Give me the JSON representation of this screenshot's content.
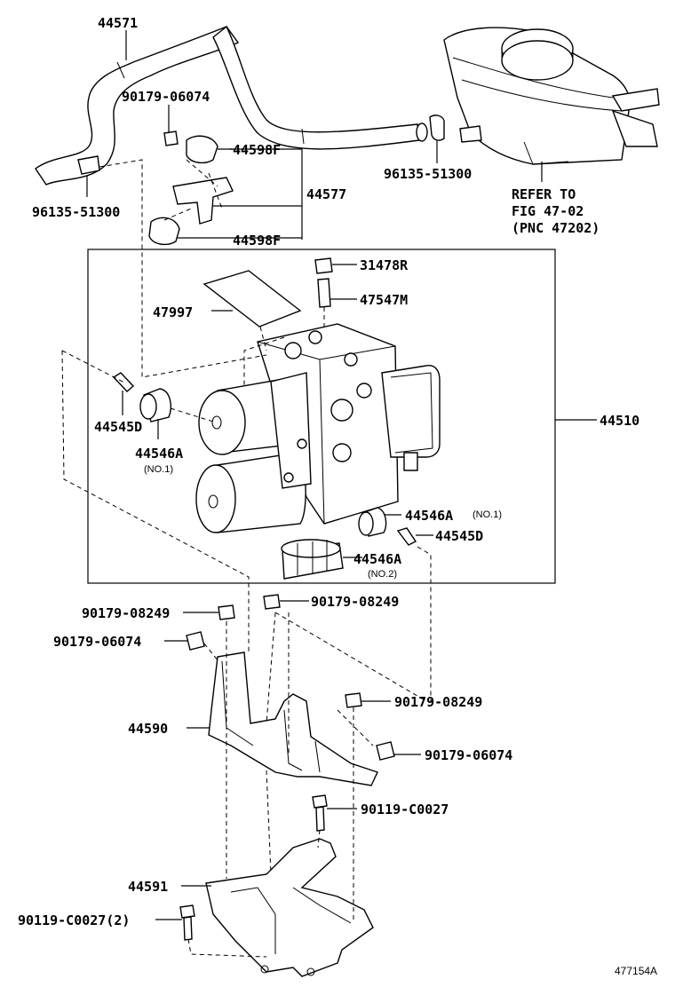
{
  "labels": {
    "hose": "44571",
    "clip_bolt_top": "90179-06074",
    "clip_upper": "44598F",
    "bracket_clip": "44577",
    "clip_lower": "44598F",
    "hose_clamp_left": "96135-51300",
    "hose_clamp_right": "96135-51300",
    "refer_line1": "REFER TO",
    "refer_line2": "FIG 47-02",
    "refer_line3": "(PNC 47202)",
    "bleeder_cap": "31478R",
    "bleeder_plug": "47547M",
    "label_plate": "47997",
    "actuator_assy": "44510",
    "collar_left": "44545D",
    "cushion_left": "44546A",
    "cushion_left_note": "(NO.1)",
    "cushion_right": "44546A",
    "cushion_right_note": "(NO.1)",
    "collar_right": "44545D",
    "cushion_bottom": "44546A",
    "cushion_bottom_note": "(NO.2)",
    "nut_a": "90179-08249",
    "nut_b": "90179-08249",
    "nut_c": "90179-06074",
    "nut_d": "90179-08249",
    "bracket_upper": "44590",
    "nut_e": "90179-06074",
    "bolt_a": "90119-C0027",
    "bracket_lower": "44591",
    "bolt_b": "90119-C0027(2)",
    "figure_id": "477154A"
  }
}
